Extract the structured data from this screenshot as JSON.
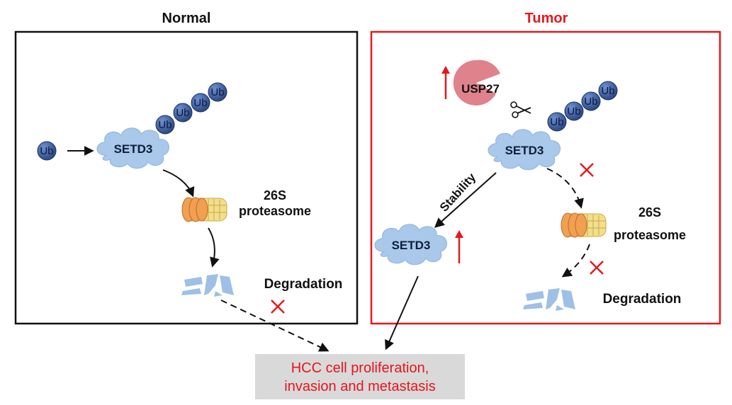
{
  "panels": {
    "normal": {
      "title": "Normal"
    },
    "tumor": {
      "title": "Tumor"
    }
  },
  "labels": {
    "ub": "Ub",
    "setd3": "SETD3",
    "usp27": "USP27",
    "proteasome_line1": "26S",
    "proteasome_line2": "proteasome",
    "degradation": "Degradation",
    "stability": "Stability"
  },
  "outcome": {
    "line1": "HCC cell proliferation,",
    "line2": "invasion and metastasis"
  },
  "colors": {
    "normal_border": "#111111",
    "tumor_border": "#e3191e",
    "tumor_title": "#e3191e",
    "cloud_fill": "#a9c8ea",
    "ub_fill": "#2f4f8f",
    "usp27_fill": "#e0828c",
    "proteasome_orange": "#f0a050",
    "proteasome_yellow": "#f2df8a",
    "fragment_fill": "#9ec0e6",
    "outcome_box": "#d9d9d9",
    "outcome_text": "#e8141c",
    "up_arrow": "#e3191e",
    "block_x": "#e3191e"
  }
}
